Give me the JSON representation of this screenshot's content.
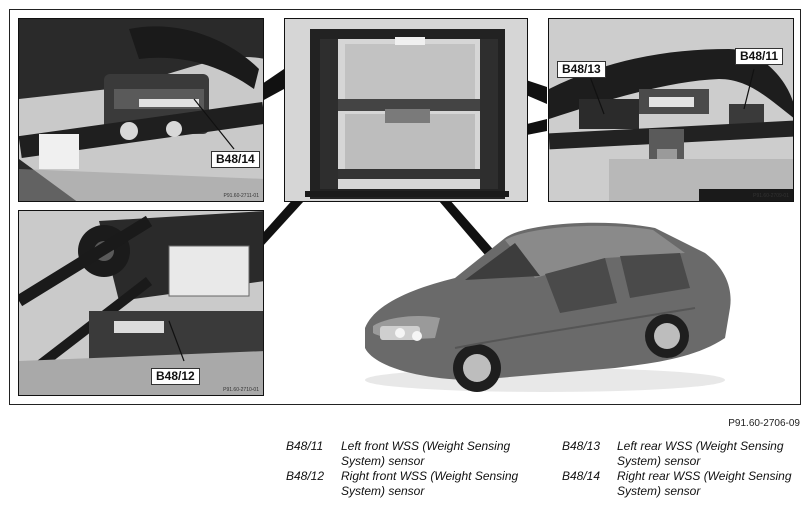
{
  "photos": {
    "top_left": {
      "callout": "B48/14",
      "code": "P91.60-2711-01"
    },
    "top_center": {
      "code": ""
    },
    "top_right": {
      "callout_a": "B48/13",
      "callout_b": "B48/11",
      "code": "P91.60-2709-01"
    },
    "bottom_left": {
      "callout": "B48/12",
      "code": "P91.60-2710-01"
    }
  },
  "figure_id": "P91.60-2706-09",
  "legend": [
    {
      "key": "B48/11",
      "desc": "Left front WSS (Weight Sensing System) sensor"
    },
    {
      "key": "B48/12",
      "desc": "Right front WSS (Weight Sensing System) sensor"
    },
    {
      "key": "B48/13",
      "desc": "Left rear WSS (Weight Sensing System) sensor"
    },
    {
      "key": "B48/14",
      "desc": "Right rear WSS (Weight Sensing System) sensor"
    }
  ]
}
